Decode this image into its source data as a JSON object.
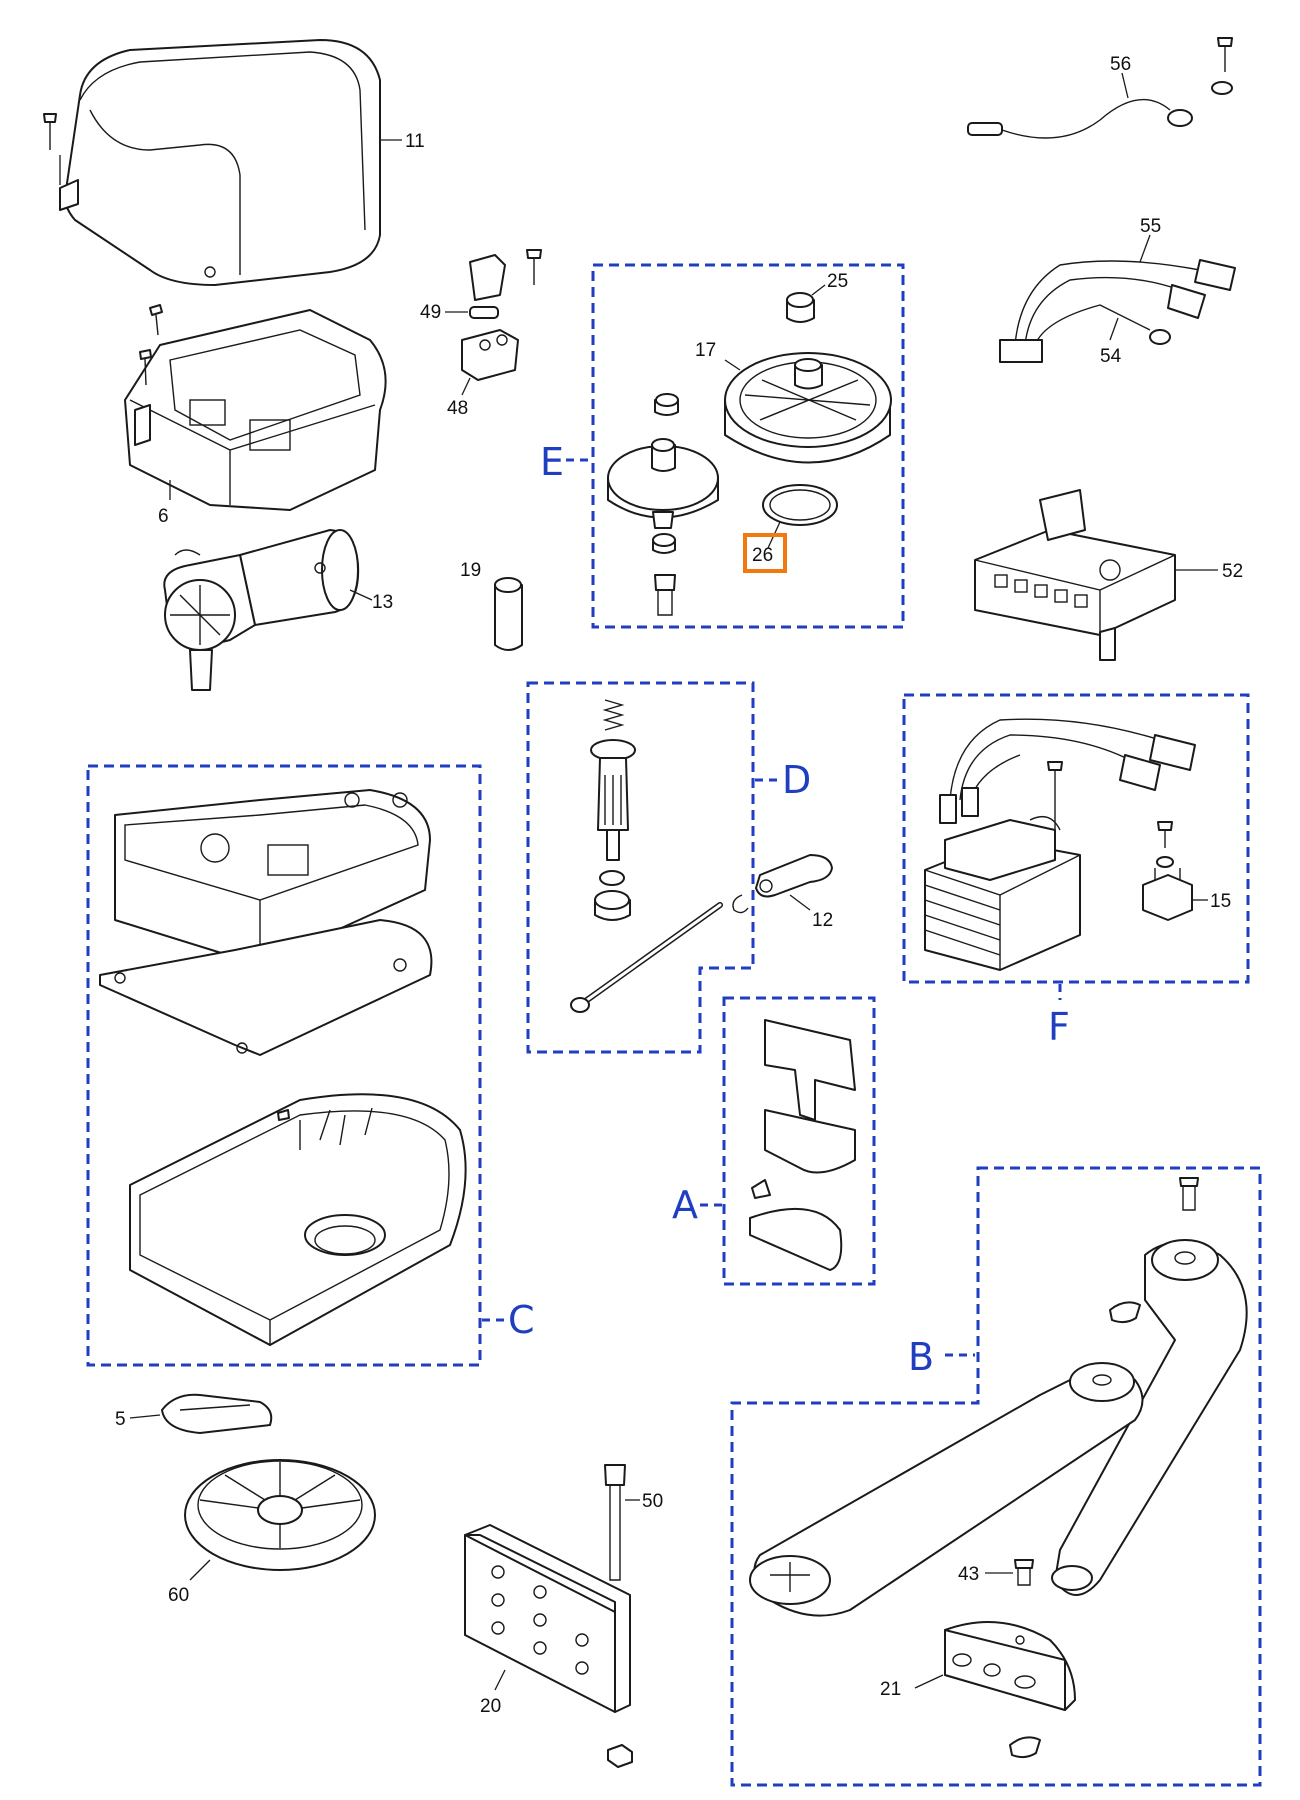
{
  "colors": {
    "group_outline": "#1f3ec0",
    "highlight": "#f07a10",
    "line": "#1a1a1a"
  },
  "callouts": {
    "c5": "5",
    "c6": "6",
    "c11": "11",
    "c12": "12",
    "c13": "13",
    "c15": "15",
    "c17": "17",
    "c19": "19",
    "c20": "20",
    "c21": "21",
    "c25": "25",
    "c26": "26",
    "c43": "43",
    "c48": "48",
    "c49": "49",
    "c50": "50",
    "c52": "52",
    "c54": "54",
    "c55": "55",
    "c56": "56",
    "c60": "60"
  },
  "groups": {
    "A": "A",
    "B": "B",
    "C": "C",
    "D": "D",
    "E": "E",
    "F": "F"
  },
  "highlighted_part": "26"
}
